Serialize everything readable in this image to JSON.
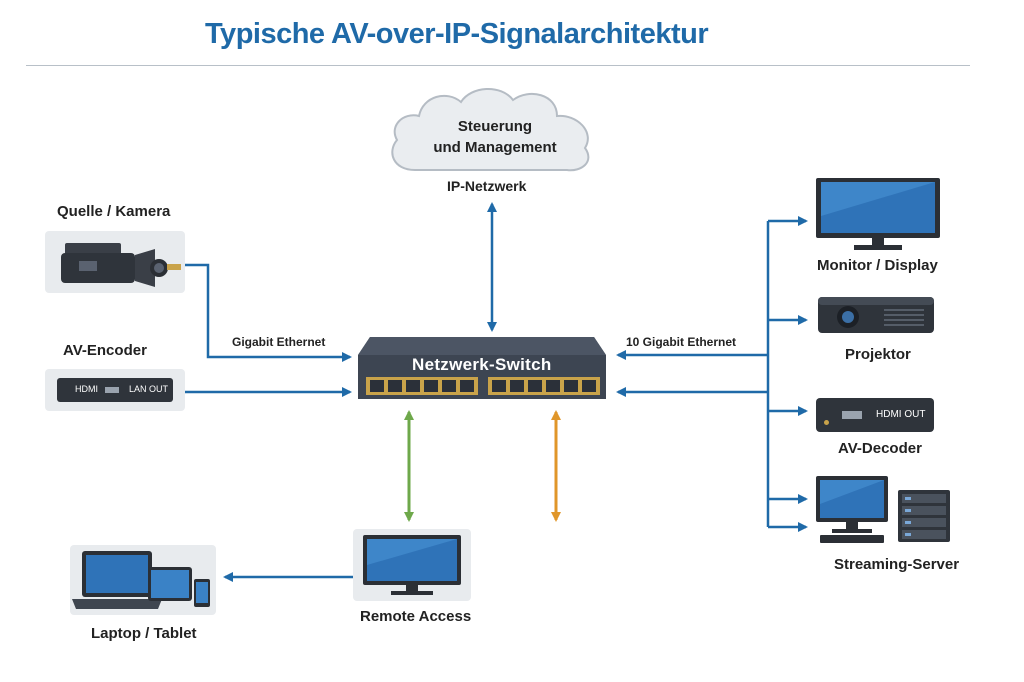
{
  "title": "Typische AV-over-IP-Signalarchitektur",
  "cloud": {
    "line1": "Steuerung",
    "line2": "und Management"
  },
  "network_label": "IP-Netzwerk",
  "switch_label": "Netzwerk-Switch",
  "sources": {
    "camera": "Quelle / Kamera",
    "encoder": "AV-Encoder",
    "encoder_port_hdmi": "HDMI",
    "encoder_port_lan": "LAN OUT"
  },
  "links": {
    "left": "Gigabit Ethernet",
    "right": "10 Gigabit Ethernet"
  },
  "outputs": {
    "monitor": "Monitor / Display",
    "projector": "Projektor",
    "decoder": "AV-Decoder",
    "decoder_port": "HDMI OUT",
    "server": "Streaming-Server"
  },
  "remote": "Remote Access",
  "laptop": "Laptop / Tablet",
  "colors": {
    "blue": "#1f6aa8",
    "green": "#6ea84a",
    "orange": "#e0962a",
    "switch_body": "#3d4552",
    "port_trim": "#c9a34a"
  }
}
